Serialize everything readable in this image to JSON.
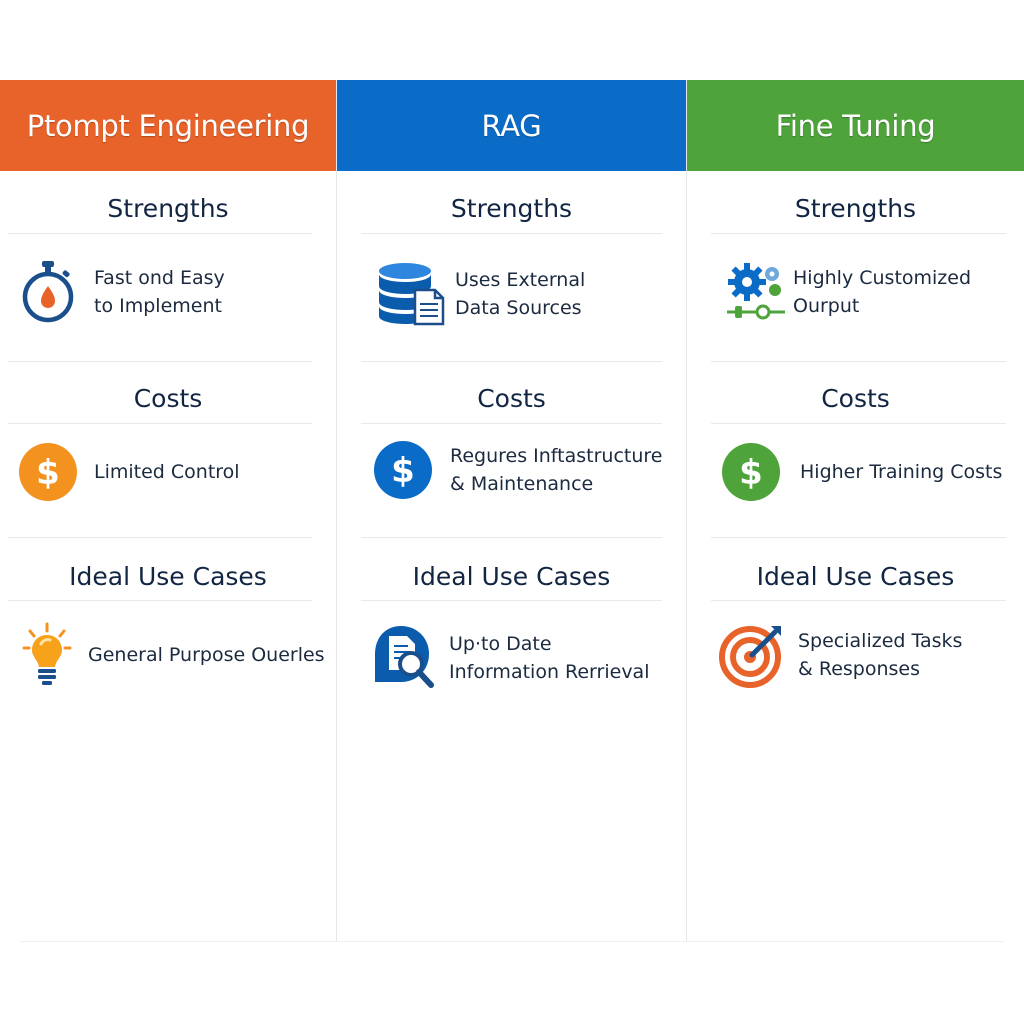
{
  "columns": [
    {
      "title": "Ptompt Engineering",
      "color": "#e8632a",
      "sections": {
        "strengths": {
          "heading": "Strengths",
          "line1": "Fast ond Easy",
          "line2": "to Implement",
          "icon": "stopwatch-icon"
        },
        "costs": {
          "heading": "Costs",
          "line1": "Limited Control",
          "line2": "",
          "icon": "dollar-coin-icon"
        },
        "use_cases": {
          "heading": "Ideal Use Cases",
          "line1": "General Purpose Ouerles",
          "line2": "",
          "icon": "lightbulb-icon"
        }
      }
    },
    {
      "title": "RAG",
      "color": "#0b6cc8",
      "sections": {
        "strengths": {
          "heading": "Strengths",
          "line1": "Uses External",
          "line2": "Data Sources",
          "icon": "database-document-icon"
        },
        "costs": {
          "heading": "Costs",
          "line1": "Regures Inftastructure",
          "line2": "& Maintenance",
          "icon": "dollar-coin-icon"
        },
        "use_cases": {
          "heading": "Ideal Use Cases",
          "line1": "Up·to  Date",
          "line2": "Information Rerrieval",
          "icon": "document-search-icon"
        }
      }
    },
    {
      "title": "Fine Tuning",
      "color": "#4ea33a",
      "sections": {
        "strengths": {
          "heading": "Strengths",
          "line1": "Highly Customized",
          "line2": "Ourput",
          "icon": "gears-sliders-icon"
        },
        "costs": {
          "heading": "Costs",
          "line1": "Higher Training Costs",
          "line2": "",
          "icon": "dollar-coin-icon"
        },
        "use_cases": {
          "heading": "Ideal Use Cases",
          "line1": "Specialized Tasks",
          "line2": "& Responses",
          "icon": "target-icon"
        }
      }
    }
  ]
}
